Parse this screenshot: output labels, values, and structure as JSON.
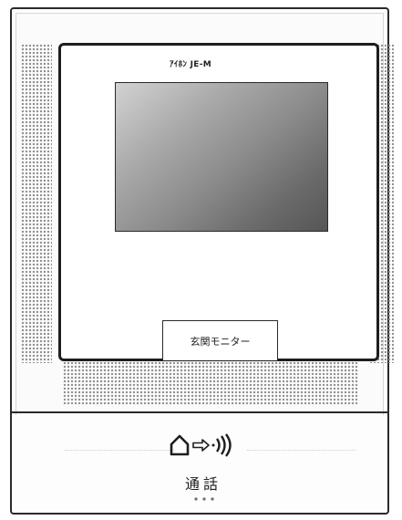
{
  "device": {
    "model_label": "ｱｲﾎﾝ JE-M"
  },
  "screen": {
    "state": "off"
  },
  "buttons": {
    "monitor_label": "玄関モニター",
    "call_label": "通話",
    "call_icons": [
      "house-icon",
      "arrow-right-icon",
      "sound-waves-icon"
    ],
    "indicator_dots": 3
  },
  "colors": {
    "frame": "#2a2a2a",
    "screen_light": "#d2d2d2",
    "screen_dark": "#565656",
    "speaker_dots": "#8a8a8a"
  }
}
